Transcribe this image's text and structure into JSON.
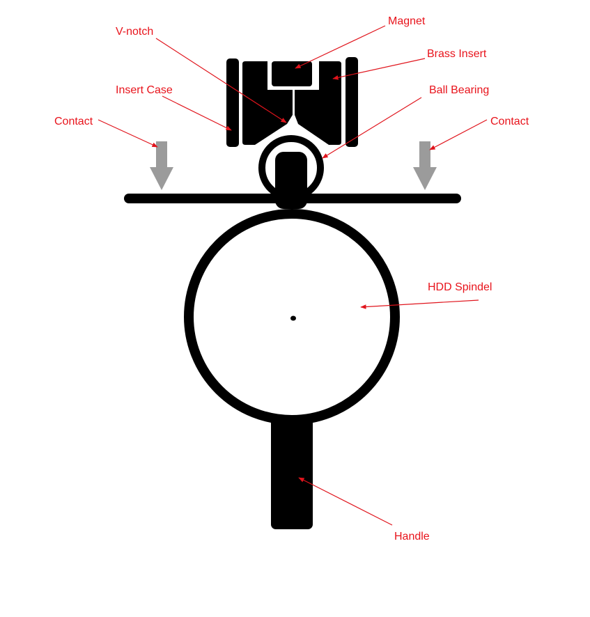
{
  "labels": {
    "magnet": "Magnet",
    "v_notch": "V-notch",
    "brass_insert": "Brass Insert",
    "insert_case": "Insert Case",
    "ball_bearing": "Ball Bearing",
    "contact_left": "Contact",
    "contact_right": "Contact",
    "hdd_spindel": "HDD Spindel",
    "handle": "Handle"
  },
  "colors": {
    "label": "#e8131b",
    "leader": "#e0141c",
    "shape": "#000000",
    "contact_arrow": "#9b9b9b",
    "background": "#ffffff"
  }
}
